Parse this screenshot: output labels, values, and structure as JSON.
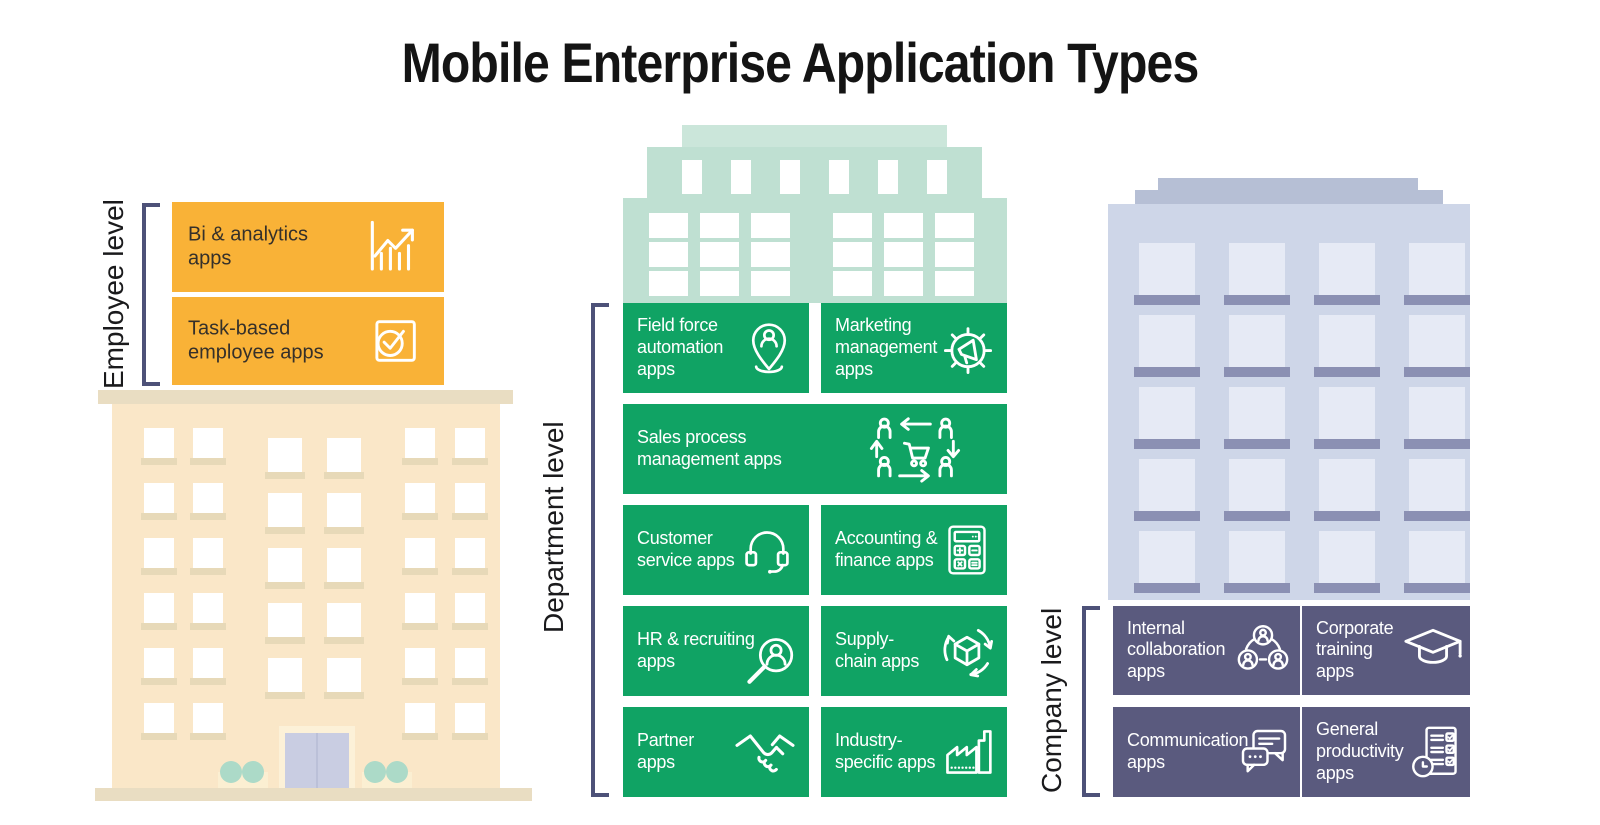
{
  "title": "Mobile Enterprise Application Types",
  "groups": [
    {
      "id": "employee",
      "label": "Employee level",
      "cards": [
        {
          "label": "Bi & analytics\napps",
          "icon": "analytics-icon"
        },
        {
          "label": "Task-based\nemployee apps",
          "icon": "task-check-icon"
        }
      ]
    },
    {
      "id": "department",
      "label": "Department level",
      "cards": [
        {
          "label": "Field force\nautomation\napps",
          "icon": "field-force-icon"
        },
        {
          "label": "Marketing\nmanagement\napps",
          "icon": "marketing-icon"
        },
        {
          "label": "Sales process\nmanagement apps",
          "icon": "sales-process-icon"
        },
        {
          "label": "Customer\nservice apps",
          "icon": "customer-service-icon"
        },
        {
          "label": "Accounting &\nfinance apps",
          "icon": "accounting-icon"
        },
        {
          "label": "HR & recruiting\napps",
          "icon": "hr-recruiting-icon"
        },
        {
          "label": "Supply-\nchain apps",
          "icon": "supply-chain-icon"
        },
        {
          "label": "Partner\napps",
          "icon": "partner-icon"
        },
        {
          "label": "Industry-\nspecific apps",
          "icon": "industry-icon"
        }
      ]
    },
    {
      "id": "company",
      "label": "Company level",
      "cards": [
        {
          "label": "Internal\ncollaboration\napps",
          "icon": "internal-collaboration-icon"
        },
        {
          "label": "Corporate\ntraining\napps",
          "icon": "corporate-training-icon"
        },
        {
          "label": "Communication\napps",
          "icon": "communication-icon"
        },
        {
          "label": "General\nproductivity\napps",
          "icon": "general-productivity-icon"
        }
      ]
    }
  ],
  "colors": {
    "employee_card": "#F9B237",
    "department_card": "#10A364",
    "company_card": "#5A5A7E",
    "employee_building": "#FAE7C8",
    "department_building": "#BFE0D2",
    "company_building": "#CED6E8",
    "bracket": "#4D5178",
    "title_text": "#141414",
    "card_text_light": "#FFFFFF",
    "card_text_dark": "#35302A"
  }
}
